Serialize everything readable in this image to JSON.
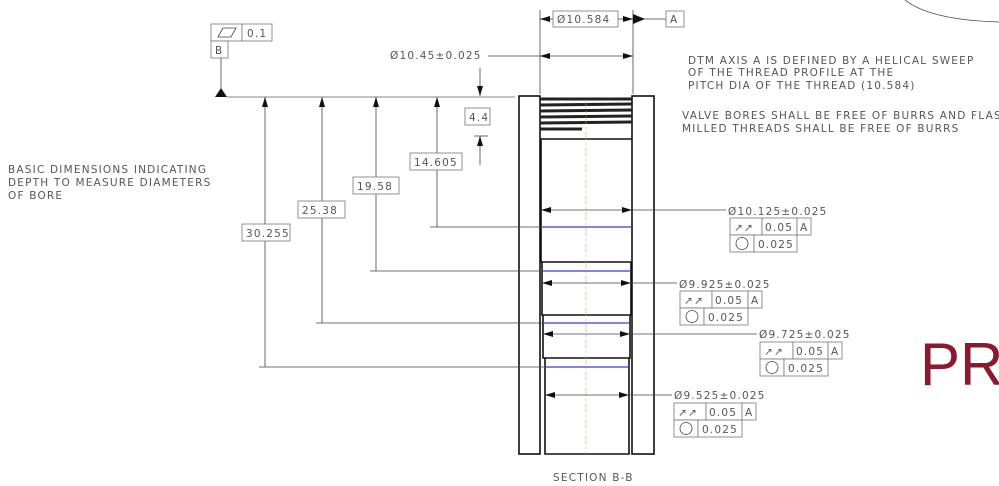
{
  "datum_b": {
    "flatness_symbol": "flatness-icon",
    "flatness_tol": "0.1",
    "datum": "B"
  },
  "thread": {
    "pitch_dia": "Ø10.584",
    "datum": "A",
    "bore_dia": "Ø10.45±0.025",
    "depth": "4.4"
  },
  "depths": [
    "14.605",
    "19.58",
    "25.38",
    "30.255"
  ],
  "basic_note": [
    "BASIC DIMENSIONS INDICATING",
    "DEPTH TO MEASURE DIAMETERS",
    "OF BORE"
  ],
  "notes": [
    "DTM AXIS A IS DEFINED BY A HELICAL SWEEP",
    "OF THE THREAD PROFILE AT THE",
    "PITCH DIA OF THE THREAD (10.584)",
    "VALVE BORES SHALL BE FREE OF BURRS AND FLASH",
    "MILLED THREADS SHALL BE FREE OF BURRS"
  ],
  "bores": [
    {
      "dia": "Ø10.125±0.025",
      "runout": "0.05",
      "datum": "A",
      "circularity": "0.025"
    },
    {
      "dia": "Ø9.925±0.025",
      "runout": "0.05",
      "datum": "A",
      "circularity": "0.025"
    },
    {
      "dia": "Ø9.725±0.025",
      "runout": "0.05",
      "datum": "A",
      "circularity": "0.025"
    },
    {
      "dia": "Ø9.525±0.025",
      "runout": "0.05",
      "datum": "A",
      "circularity": "0.025"
    }
  ],
  "section_label": "SECTION B-B",
  "stamp": "PR",
  "colors": {
    "bore_line": "#3b3bd0",
    "stamp": "#8b1a2e"
  }
}
